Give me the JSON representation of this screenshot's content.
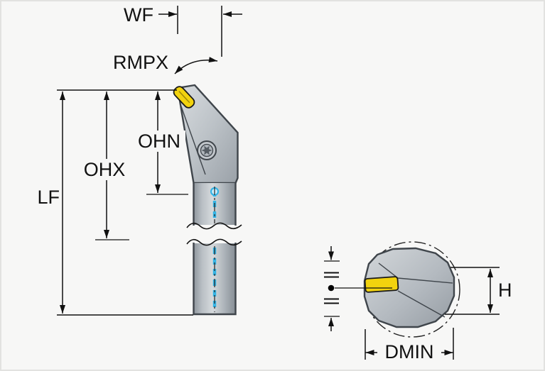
{
  "drawing": {
    "labels": {
      "wf": "WF",
      "rmpx": "RMPX",
      "ohn": "OHN",
      "ohx": "OHX",
      "lf": "LF",
      "h": "H",
      "dmin": "DMIN"
    },
    "colors": {
      "background": "#f7f7f6",
      "line": "#111111",
      "outline": "#3f454b",
      "steel_light": "#d8dcdf",
      "steel_dark": "#9aa1a8",
      "insert_yellow": "#f2d30e",
      "coolant_blue": "#35b4e5"
    }
  }
}
